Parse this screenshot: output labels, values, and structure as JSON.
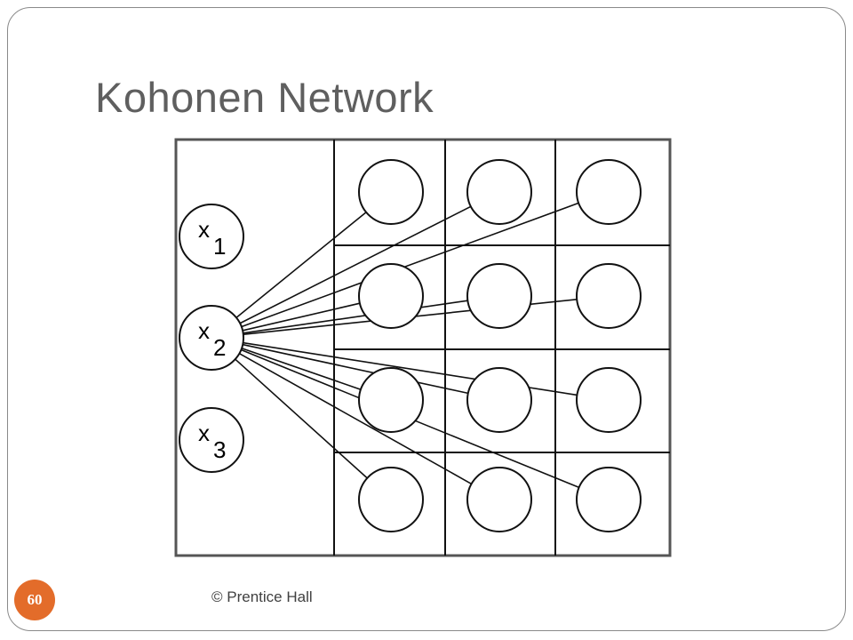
{
  "slide": {
    "title": "Kohonen Network",
    "footer": "© Prentice Hall",
    "page_number": "60",
    "badge_color": "#e36c2a"
  },
  "diagram": {
    "inputs": [
      {
        "base": "x",
        "sub": "1"
      },
      {
        "base": "x",
        "sub": "2"
      },
      {
        "base": "x",
        "sub": "3"
      }
    ],
    "output_grid": {
      "rows": 4,
      "cols": 3
    },
    "connected_input": "x2"
  }
}
